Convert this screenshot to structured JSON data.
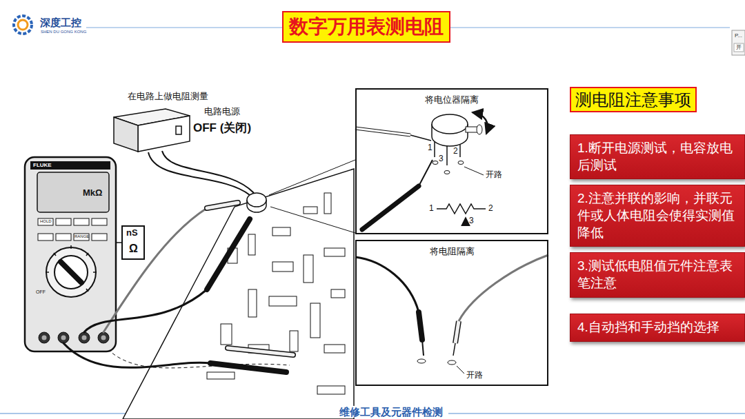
{
  "diagram": {
    "title": "数字万用表测电阻",
    "nodes": [
      {
        "text": [
          "电路电源",
          "OFF (关闭)"
        ]
      },
      {
        "text": [
          "将电位器隔离"
        ]
      },
      {
        "text": [
          "将电阻隔离"
        ]
      },
      {
        "text": [
          "测电阻注意事项"
        ]
      },
      {
        "text": [
          "1.断开电源测试，电容放电后测试"
        ]
      },
      {
        "text": [
          "2.注意并联的影响，并联元件或人体电阻会使得实测值降低"
        ]
      },
      {
        "text": [
          "3.测试低电阻值元件注意表笔注意"
        ]
      },
      {
        "text": [
          "4.自动挡和手动挡的选择"
        ]
      }
    ],
    "labels": [
      "深度工控",
      "SHEN DU GONG KONG",
      "在电路上做电阻测量",
      "FLUKE",
      "MkΩ",
      "HOLD",
      "RANGE",
      "nS",
      "Ω",
      "OFF",
      "1",
      "3",
      "2",
      "开路",
      "1",
      "2",
      "3",
      "开路",
      "维修工具及元器件检测",
      "P...",
      "开"
    ]
  }
}
